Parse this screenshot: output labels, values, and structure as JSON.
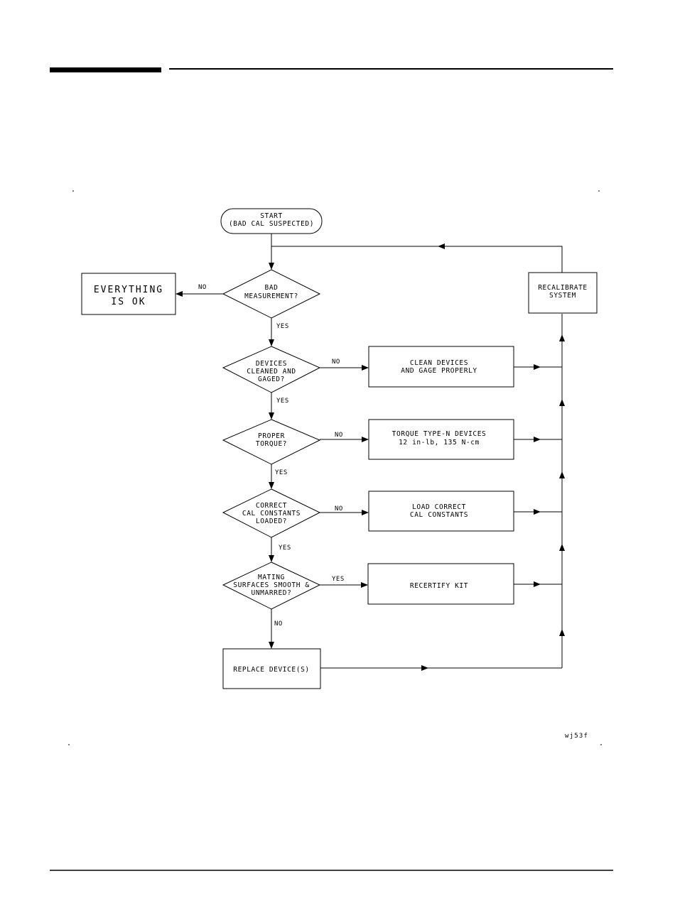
{
  "nodes": {
    "start": [
      "START",
      "(BAD CAL SUSPECTED)"
    ],
    "bad_measurement": [
      "BAD",
      "MEASUREMENT?"
    ],
    "everything_ok": [
      "EVERYTHING",
      "IS OK"
    ],
    "recalibrate": [
      "RECALIBRATE",
      "SYSTEM"
    ],
    "devices_cleaned": [
      "DEVICES",
      "CLEANED AND",
      "GAGED?"
    ],
    "clean_devices": [
      "CLEAN DEVICES",
      "AND GAGE PROPERLY"
    ],
    "proper_torque": [
      "PROPER",
      "TORQUE?"
    ],
    "torque_devices": [
      "TORQUE TYPE-N DEVICES",
      "12 in-lb, 135 N-cm"
    ],
    "cal_constants": [
      "CORRECT",
      "CAL CONSTANTS",
      "LOADED?"
    ],
    "load_constants": [
      "LOAD CORRECT",
      "CAL CONSTANTS"
    ],
    "mating_surfaces": [
      "MATING",
      "SURFACES SMOOTH &",
      "UNMARRED?"
    ],
    "recertify": [
      "RECERTIFY KIT"
    ],
    "replace": [
      "REPLACE DEVICE(S)"
    ]
  },
  "edge_labels": {
    "bad_no": "NO",
    "bad_yes": "YES",
    "cleaned_no": "NO",
    "cleaned_yes": "YES",
    "torque_no": "NO",
    "torque_yes": "YES",
    "constants_no": "NO",
    "constants_yes": "YES",
    "surfaces_yes": "YES",
    "surfaces_no": "NO"
  },
  "figure_id": "wj53f"
}
